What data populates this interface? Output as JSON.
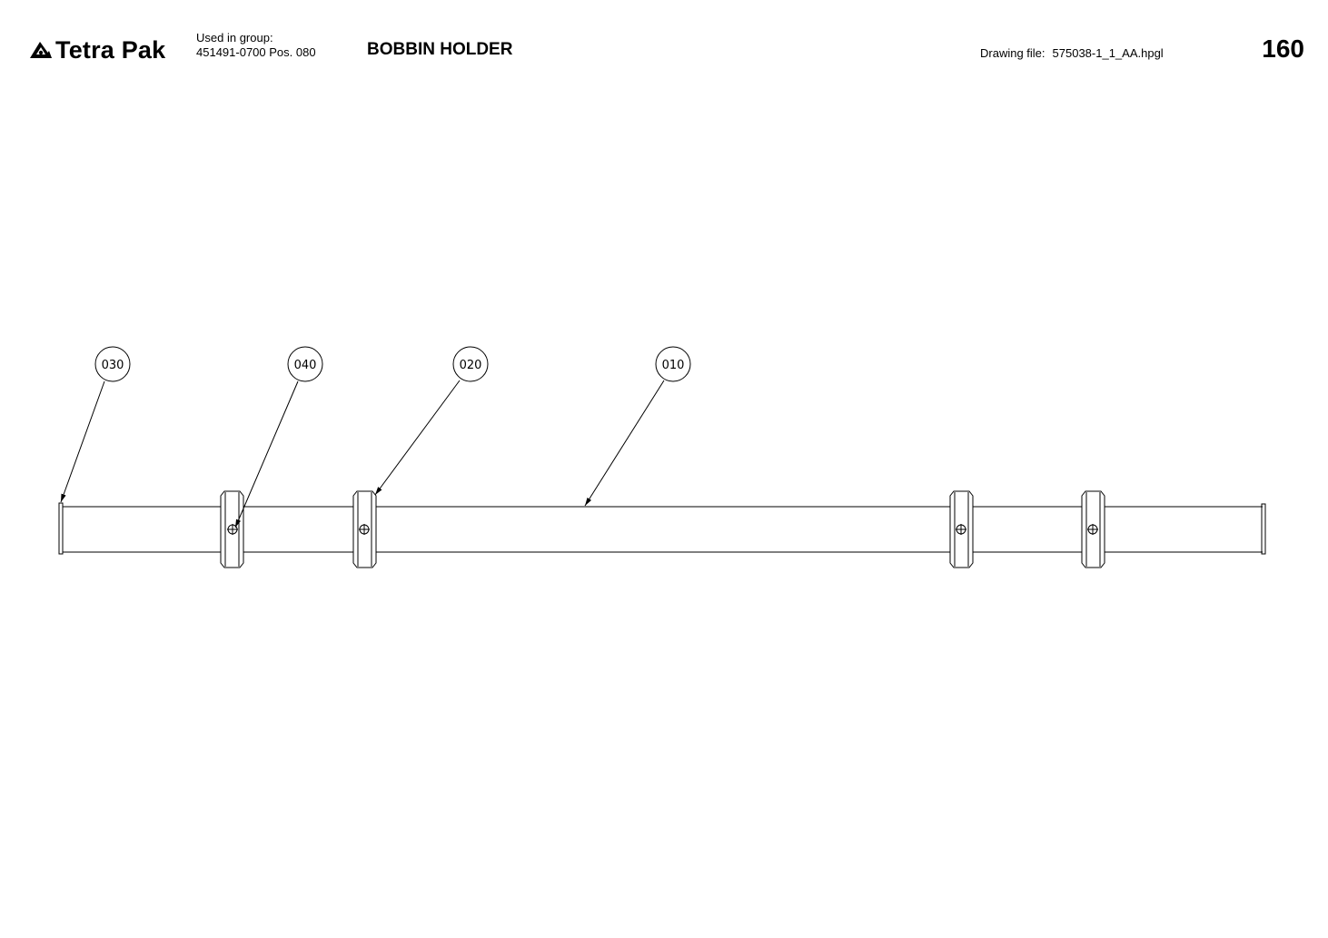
{
  "header": {
    "brand": "Tetra Pak",
    "brand_icon": "tetra-pak-logo-icon",
    "used_in_group_label": "Used in group:",
    "used_in_group_value": "451491-0700 Pos. 080",
    "title": "BOBBIN HOLDER",
    "drawing_file_label": "Drawing file:",
    "drawing_file_value": "575038-1_1_AA.hpgl",
    "page_number": "160"
  },
  "callouts": [
    {
      "label": "030"
    },
    {
      "label": "040"
    },
    {
      "label": "020"
    },
    {
      "label": "010"
    }
  ]
}
